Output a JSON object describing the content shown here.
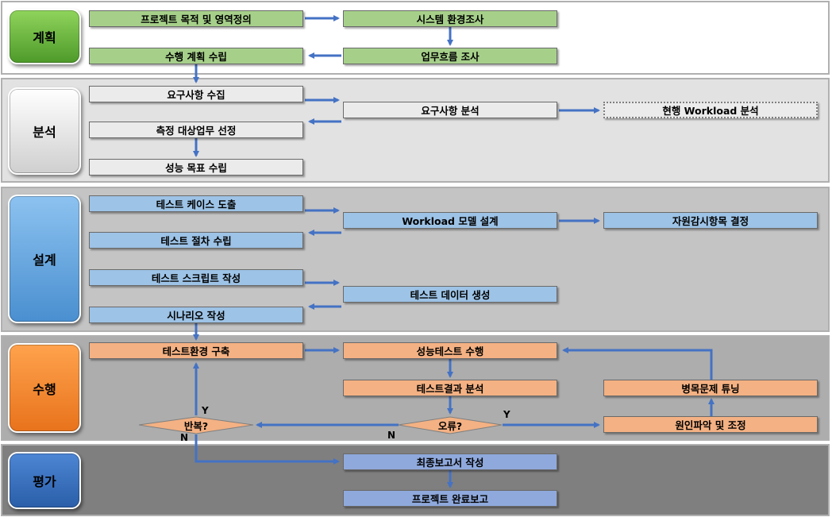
{
  "phases": {
    "plan": "계획",
    "analysis": "분석",
    "design": "설계",
    "execute": "수행",
    "evaluate": "평가"
  },
  "plan": {
    "project_scope": "프로젝트 목적 및 영역정의",
    "system_survey": "시스템 환경조사",
    "work_plan": "수행 계획 수립",
    "workflow_survey": "업무흐름 조사"
  },
  "analysis": {
    "req_collect": "요구사항 수집",
    "req_analysis": "요구사항 분석",
    "current_workload": "현행 Workload 분석",
    "target_select": "측정 대상업무 선정",
    "perf_goal": "성능 목표 수립"
  },
  "design": {
    "test_case": "테스트 케이스 도출",
    "workload_model": "Workload 모델 설계",
    "resource_monitor": "자원감시항목 결정",
    "test_procedure": "테스트 절차 수립",
    "test_script": "테스트 스크립트 작성",
    "test_data": "테스트 데이터 생성",
    "scenario": "시나리오 작성"
  },
  "execute": {
    "test_env": "테스트환경 구축",
    "perf_test": "성능테스트 수행",
    "result_analysis": "테스트결과 분석",
    "bottleneck_tuning": "병목문제 튜닝",
    "error_decision": "오류?",
    "repeat_decision": "반복?",
    "cause_fix": "원인파악 및 조정",
    "yes_label_1": "Y",
    "yes_label_2": "Y",
    "no_label_1": "N",
    "no_label_2": "N"
  },
  "evaluate": {
    "final_report": "최종보고서 작성",
    "completion_report": "프로젝트 완료보고"
  },
  "colors": {
    "arrow": "#4472c4",
    "plan_box": "#a6d08a",
    "analysis_box": "#ebebeb",
    "design_box": "#9dc3e6",
    "execute_box": "#f4b183",
    "evaluate_box": "#8fa9dc"
  }
}
